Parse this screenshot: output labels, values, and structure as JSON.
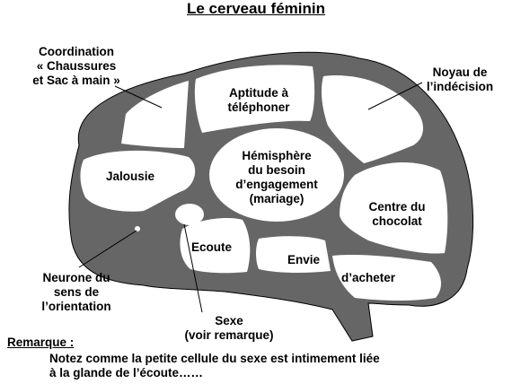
{
  "title": "Le cerveau féminin",
  "regions": {
    "aptitude": [
      "Aptitude à",
      "téléphoner"
    ],
    "hemisphere": [
      "Hémisphère",
      "du besoin",
      "d’engagement",
      "(mariage)"
    ],
    "jalousie": "Jalousie",
    "chocolat": [
      "Centre du",
      "chocolat"
    ],
    "ecoute": "Ecoute",
    "envie": "Envie",
    "acheter": "d’acheter"
  },
  "callouts": {
    "coordination": [
      "Coordination",
      "« Chaussures",
      "et Sac à main »"
    ],
    "noyau": [
      "Noyau de",
      "l’indécision"
    ],
    "neurone": [
      "Neurone du",
      "sens de",
      "l’orientation"
    ],
    "sexe": [
      "Sexe",
      "(voir remarque)"
    ]
  },
  "remark": {
    "label": "Remarque :",
    "lines": [
      "Notez comme la petite cellule du sexe est intimement liée",
      "à la glande de l’écoute……"
    ]
  },
  "colors": {
    "brain_fill": "#666666",
    "region_fill": "#ffffff",
    "outline": "#000000"
  }
}
